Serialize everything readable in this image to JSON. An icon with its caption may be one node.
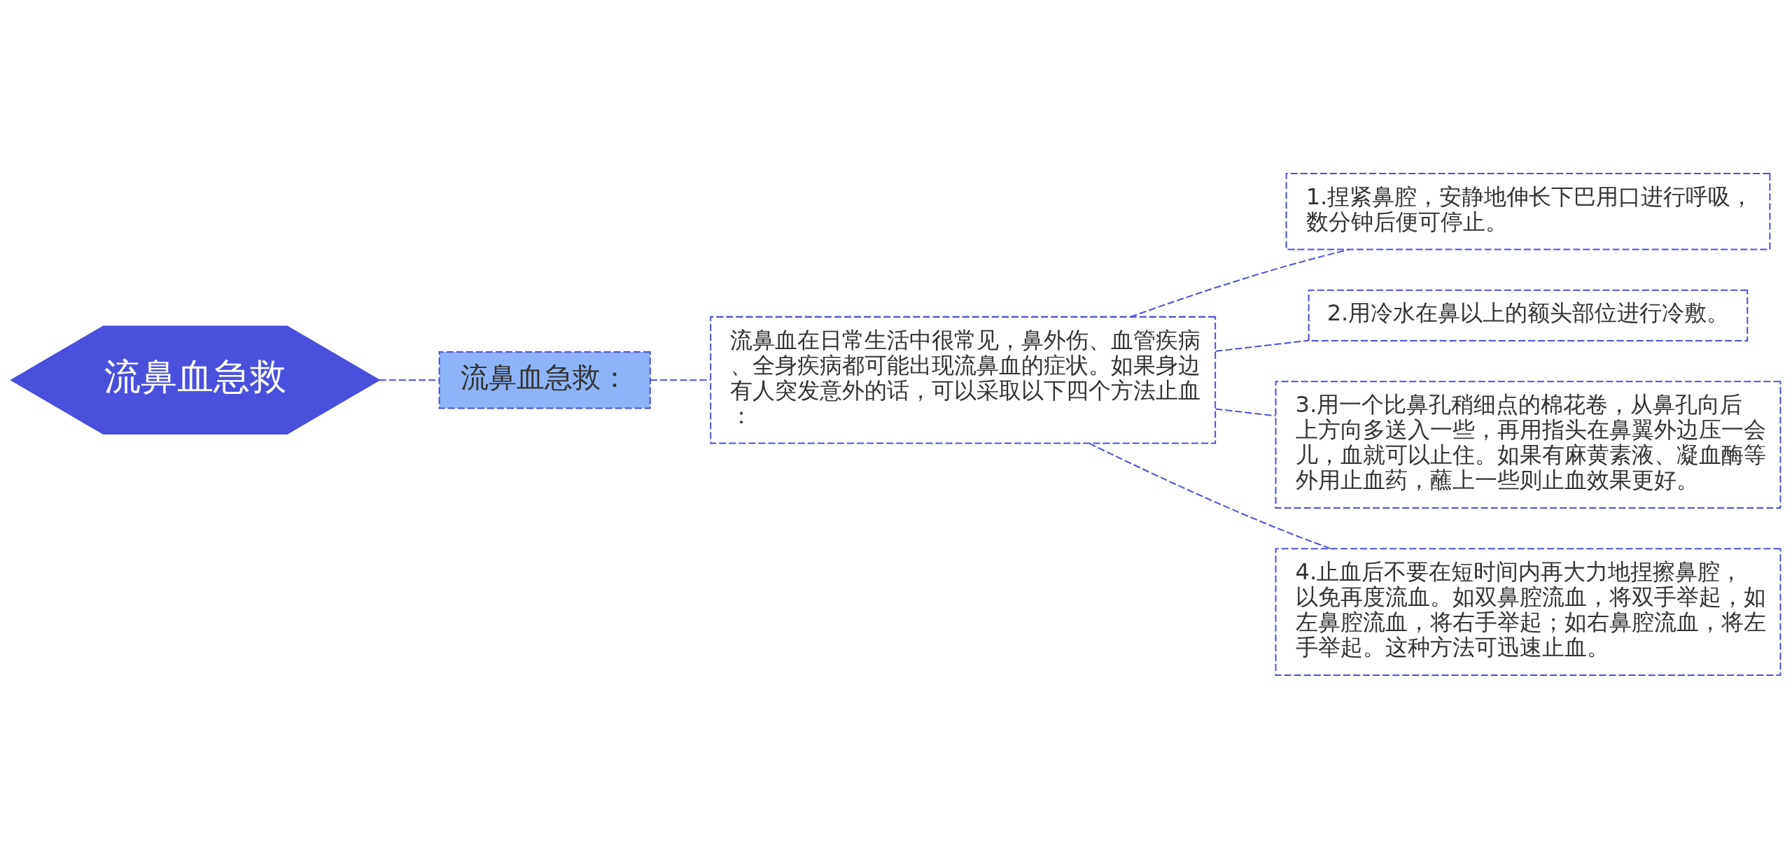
{
  "diagram": {
    "nodes": [
      {
        "text": [
          "流鼻血急救"
        ]
      },
      {
        "text": [
          "流鼻血急救："
        ]
      },
      {
        "text": [
          "流鼻血在日常生活中很常见，鼻外伤、血管疾病、全身疾病都可能出现流鼻血的症状。如果身边有人突发意外的话，可以采取以下四个方法止血："
        ]
      },
      {
        "text": [
          "1.捏紧鼻腔，安静地伸长下巴用口进行呼吸，数分钟后便可停止。"
        ]
      },
      {
        "text": [
          "2.用冷水在鼻以上的额头部位进行冷敷。"
        ]
      },
      {
        "text": [
          "3.用一个比鼻孔稍细点的棉花卷，从鼻孔向后上方向多送入一些，再用指头在鼻翼外边压一会儿，血就可以止住。如果有麻黄素液、凝血酶等外用止血药，蘸上一些则止血效果更好。"
        ]
      },
      {
        "text": [
          "4.止血后不要在短时间内再大力地捏擦鼻腔，以免再度流血。如双鼻腔流血，将双手举起，如左鼻腔流血，将右手举起；如右鼻腔流血，将左手举起。这种方法可迅速止血。"
        ]
      }
    ],
    "edges": [
      {
        "from": 0,
        "to": 1,
        "arrow": "none",
        "style": "dashed"
      },
      {
        "from": 1,
        "to": 2,
        "arrow": "none",
        "style": "dashed"
      },
      {
        "from": 2,
        "to": 3,
        "arrow": "none",
        "style": "dashed"
      },
      {
        "from": 2,
        "to": 4,
        "arrow": "none",
        "style": "dashed"
      },
      {
        "from": 2,
        "to": 5,
        "arrow": "none",
        "style": "dashed"
      },
      {
        "from": 2,
        "to": 6,
        "arrow": "none",
        "style": "dashed"
      }
    ]
  }
}
